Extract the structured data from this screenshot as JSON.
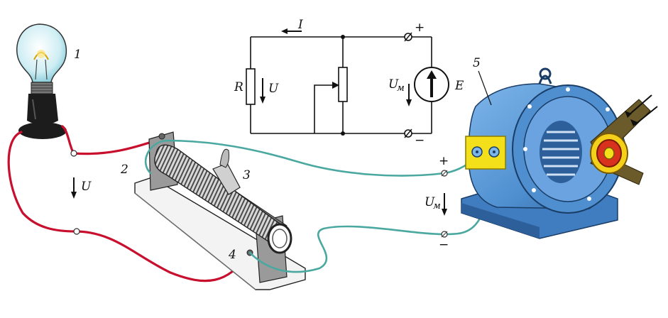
{
  "labels": {
    "n1": "1",
    "n2": "2",
    "n3": "3",
    "n4": "4",
    "n5": "5",
    "i": "I",
    "r": "R",
    "u_schematic": "U",
    "um_schematic_main": "U",
    "um_schematic_sub": "м",
    "e": "E",
    "plus_schematic": "+",
    "minus_schematic": "−",
    "u_lamp": "U",
    "um_main": "U",
    "um_sub": "м",
    "plus_terminal": "+",
    "minus_terminal": "−"
  },
  "colors": {
    "red_wire": "#c8102e",
    "teal_wire": "#4aa8a0",
    "motor_body": "#4f8fd0",
    "motor_dark": "#2d5f9a",
    "terminal_box": "#f4e01a",
    "bulb_glow": "#e8f6f9",
    "socket": "#1c1c1c",
    "coil": "#c9c9c9"
  }
}
